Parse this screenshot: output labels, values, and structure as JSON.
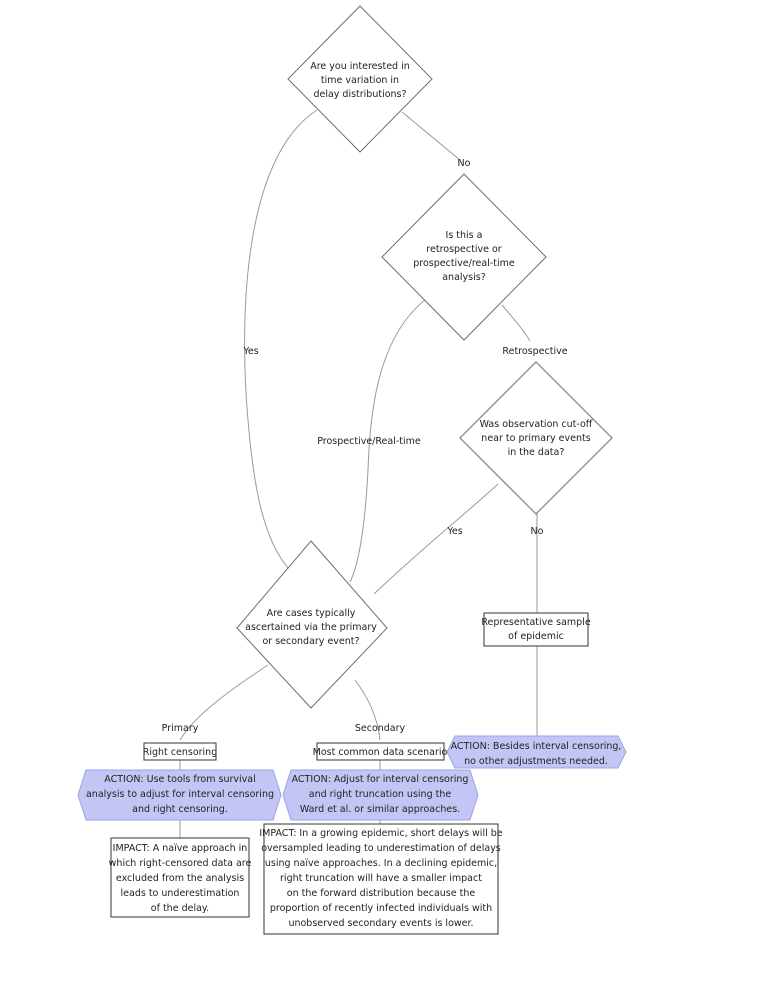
{
  "colors": {
    "action_fill": "#c3c6f5",
    "action_stroke": "#9da1e6",
    "edge": "#9a9a9a",
    "box_stroke": "#333333"
  },
  "decisions": {
    "q1": [
      "Are you interested in",
      "time variation in",
      "delay distributions?"
    ],
    "q2": [
      "Is this a",
      "retrospective or",
      "prospective/real-time",
      "analysis?"
    ],
    "q3": [
      "Was observation cut-off",
      "near to primary events",
      "in the data?"
    ],
    "q4": [
      "Are cases typically",
      "ascertained via the primary",
      "or secondary event?"
    ]
  },
  "edge_labels": {
    "no_1": "No",
    "yes_1": "Yes",
    "retrospective": "Retrospective",
    "prospective": "Prospective/Real-time",
    "yes_2": "Yes",
    "no_2": "No",
    "primary": "Primary",
    "secondary": "Secondary"
  },
  "boxes": {
    "right_censoring": [
      "Right censoring"
    ],
    "most_common": [
      "Most common data scenario"
    ],
    "representative": [
      "Representative sample",
      "of epidemic"
    ]
  },
  "actions": {
    "survival": [
      "ACTION: Use tools from survival",
      "analysis to adjust for interval censoring",
      "and right censoring."
    ],
    "ward": [
      "ACTION: Adjust for interval censoring",
      "and right truncation using the",
      "Ward et al. or similar approaches."
    ],
    "besides": [
      "ACTION: Besides interval censoring,",
      "no other adjustments needed."
    ]
  },
  "impacts": {
    "naive": [
      "IMPACT: A naïve approach in",
      "which right-censored data are",
      "excluded from the analysis",
      "leads to underestimation",
      "of the delay."
    ],
    "growing": [
      "IMPACT: In a growing epidemic, short delays will be",
      "oversampled leading to underestimation of delays",
      "using naïve approaches. In a declining epidemic,",
      "right truncation will have a smaller impact",
      "on the forward distribution because the",
      "proportion of recently infected individuals with",
      "unobserved secondary events is lower."
    ]
  }
}
